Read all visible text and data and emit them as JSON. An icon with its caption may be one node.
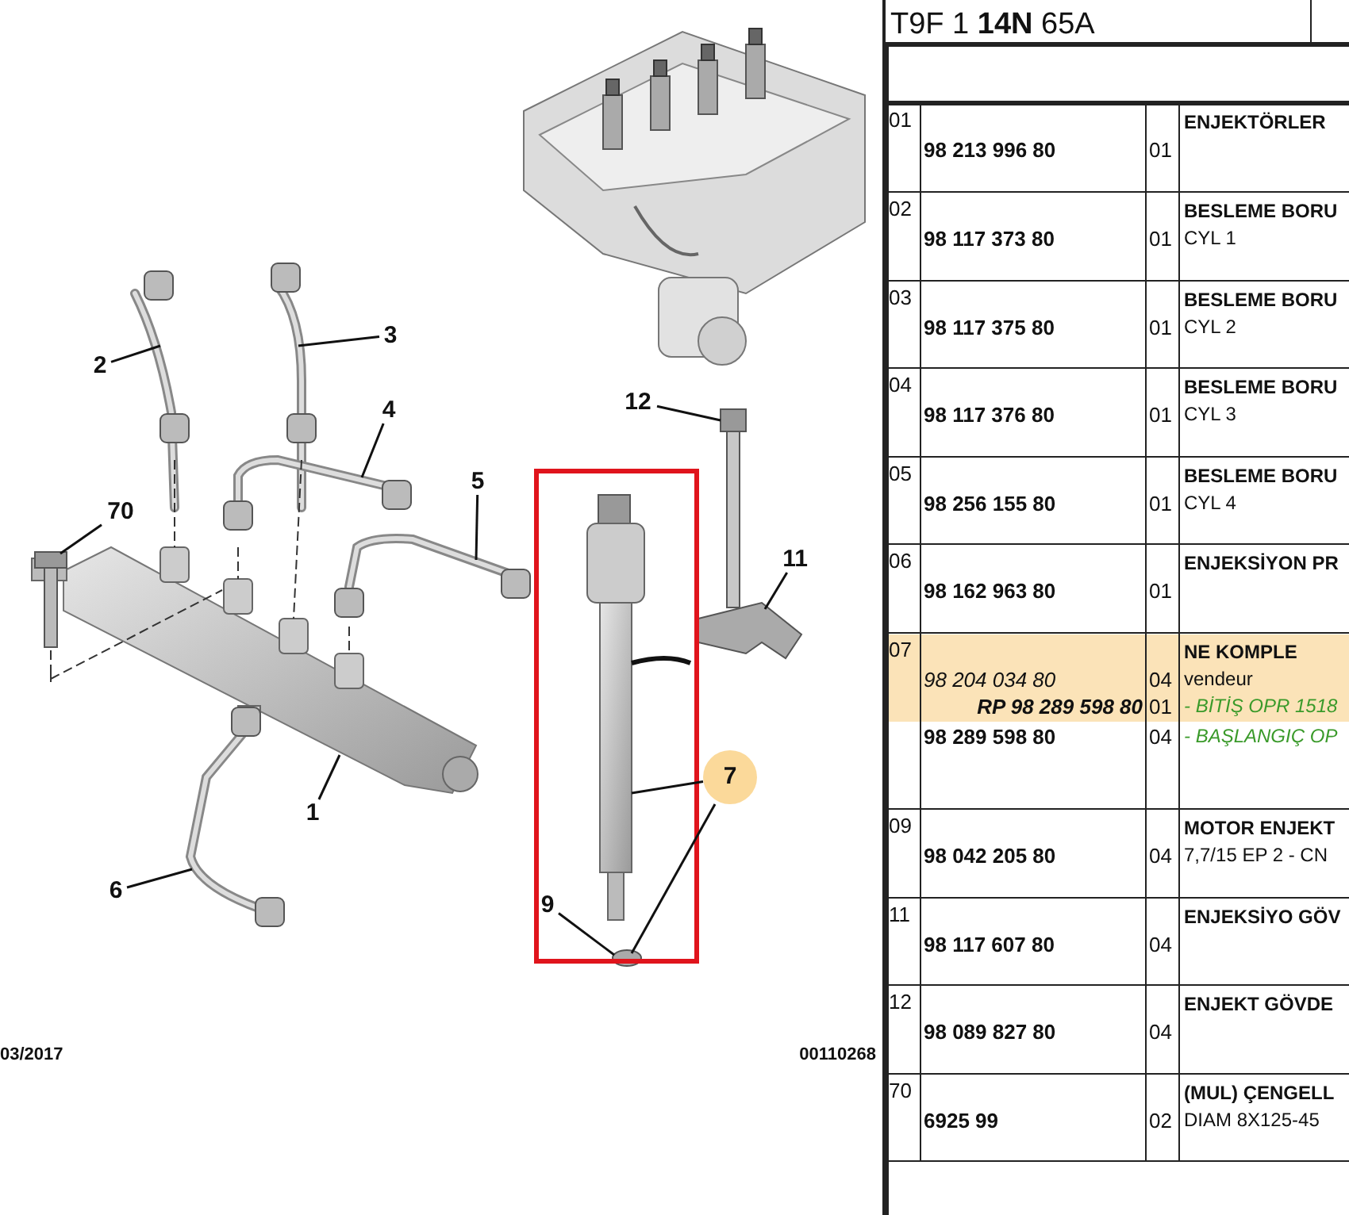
{
  "diagram": {
    "nodes": [
      {
        "text": [
          "2"
        ]
      },
      {
        "text": [
          "3"
        ]
      },
      {
        "text": [
          "4"
        ]
      },
      {
        "text": [
          "5"
        ]
      },
      {
        "text": [
          "70"
        ]
      },
      {
        "text": [
          "12"
        ]
      },
      {
        "text": [
          "11"
        ]
      },
      {
        "text": [
          "1"
        ]
      },
      {
        "text": [
          "6"
        ]
      },
      {
        "text": [
          "7"
        ]
      },
      {
        "text": [
          "9"
        ]
      },
      {
        "text": [],
        "shape": "picture"
      },
      {
        "text": [],
        "shape": "picture"
      },
      {
        "text": [],
        "shape": "picture"
      },
      {
        "text": [],
        "shape": "picture"
      },
      {
        "text": [],
        "shape": "picture"
      },
      {
        "text": [],
        "shape": "picture"
      },
      {
        "text": [],
        "shape": "picture"
      },
      {
        "text": [],
        "shape": "picture"
      },
      {
        "text": [],
        "shape": "picture"
      },
      {
        "text": [],
        "shape": "picture"
      },
      {
        "text": [],
        "shape": "circle"
      }
    ],
    "edges": [
      {
        "from": 0,
        "to": 11,
        "arrow": "none"
      },
      {
        "from": 1,
        "to": 12,
        "arrow": "none"
      },
      {
        "from": 2,
        "to": 13,
        "arrow": "none"
      },
      {
        "from": 3,
        "to": 14,
        "arrow": "none"
      },
      {
        "from": 4,
        "to": 15,
        "arrow": "none"
      },
      {
        "from": 5,
        "to": 16,
        "arrow": "none"
      },
      {
        "from": 6,
        "to": 17,
        "arrow": "none"
      },
      {
        "from": 7,
        "to": 18,
        "arrow": "none"
      },
      {
        "from": 8,
        "to": 19,
        "arrow": "none"
      },
      {
        "from": 9,
        "to": 20,
        "arrow": "none"
      },
      {
        "from": 9,
        "to": 21,
        "arrow": "none"
      },
      {
        "from": 10,
        "to": 21,
        "arrow": "none"
      }
    ],
    "labels": [
      "T9F 1 **14N** 65A",
      "01",
      "98 213 996 80",
      "01",
      "ENJEKTÖRLER",
      "02",
      "98 117 373 80",
      "01",
      "BESLEME BORU",
      "CYL 1",
      "03",
      "98 117 375 80",
      "01",
      "BESLEME BORU",
      "CYL 2",
      "04",
      "98 117 376 80",
      "01",
      "BESLEME BORU",
      "CYL 3",
      "05",
      "98 256 155 80",
      "01",
      "BESLEME BORU",
      "CYL 4",
      "06",
      "98 162 963 80",
      "01",
      "ENJEKSİYON PR",
      "07",
      "98 204 034 80",
      "04",
      "NE KOMPLE",
      "vendeur",
      "RP 98 289 598 80",
      "01",
      "- BİTİŞ OPR 1518",
      "98 289 598 80",
      "04",
      "- BAŞLANGIÇ OP",
      "09",
      "98 042 205 80",
      "04",
      "MOTOR ENJEKT",
      "7,7/15 EP 2 - CN",
      "11",
      "98 117 607 80",
      "04",
      "ENJEKSİYO GÖV",
      "12",
      "98 089 827 80",
      "04",
      "ENJEKT GÖVDE",
      "70",
      "6925 99",
      "02",
      "(MUL) ÇENGELL",
      "DIAM 8X125-45",
      "03/2017",
      "00110268"
    ]
  }
}
